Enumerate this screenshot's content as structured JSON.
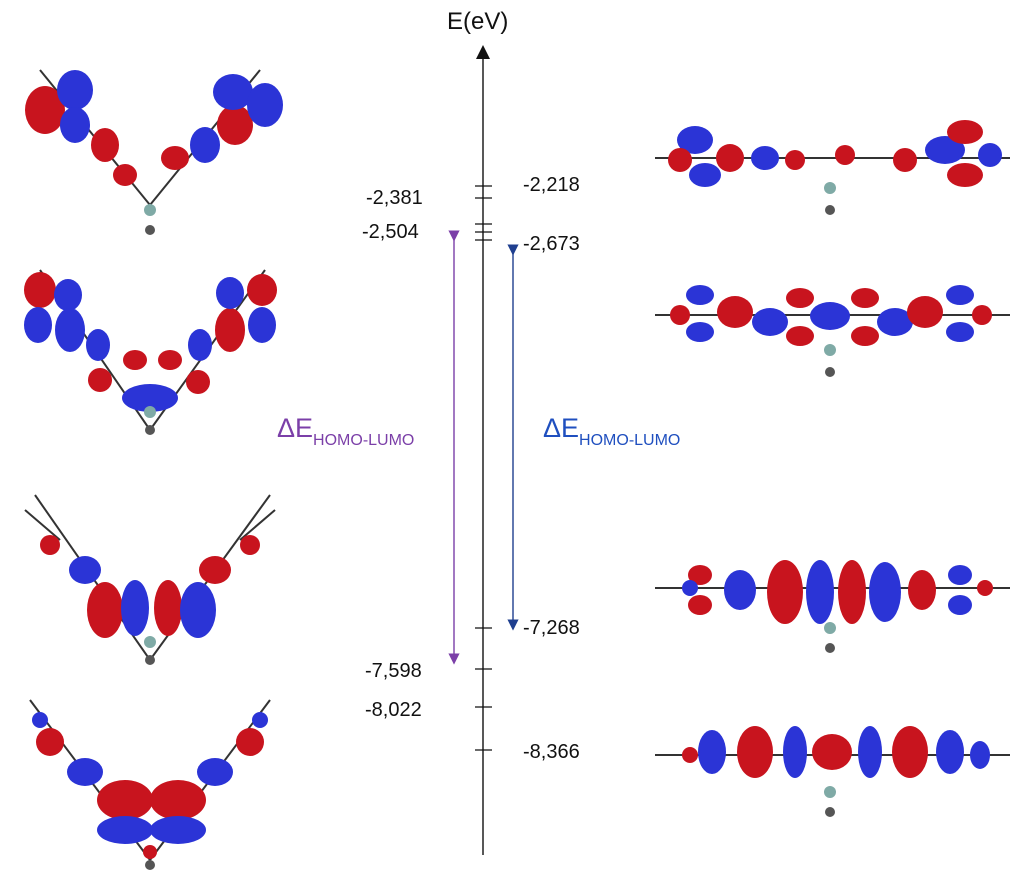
{
  "axis": {
    "title": "E(eV)"
  },
  "left_levels": [
    "-2,381",
    "-2,504",
    "-7,598",
    "-8,022"
  ],
  "right_levels": [
    "-2,218",
    "-2,673",
    "-7,268",
    "-8,366"
  ],
  "gaps": {
    "left": {
      "symbol": "ΔE",
      "subscript": "HOMO-LUMO",
      "color": "#7b3fa8"
    },
    "right": {
      "symbol": "ΔE",
      "subscript": "HOMO-LUMO",
      "color": "#1f4fbf"
    }
  },
  "colors": {
    "lobe_red": "#c8141e",
    "lobe_blue": "#2b34d6",
    "atom_grey": "#555555",
    "atom_teal": "#7faaa6"
  },
  "orbitals": {
    "left": [
      "bent-molecule-orbital-lumo+1",
      "bent-molecule-orbital-lumo",
      "bent-molecule-orbital-homo",
      "bent-molecule-orbital-homo-1"
    ],
    "right": [
      "planar-molecule-orbital-lumo+1",
      "planar-molecule-orbital-lumo",
      "planar-molecule-orbital-homo",
      "planar-molecule-orbital-homo-1"
    ]
  }
}
